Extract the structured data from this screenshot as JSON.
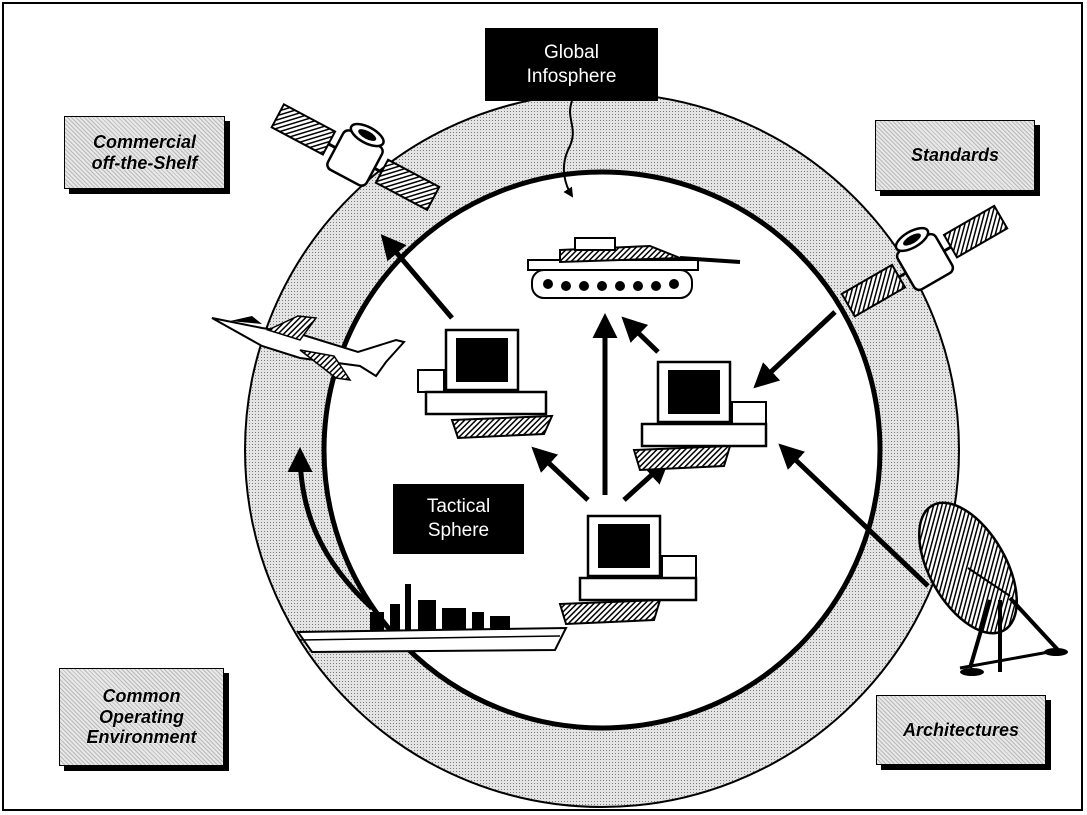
{
  "diagram": {
    "outer_label": "Global\nInfosphere",
    "inner_label": "Tactical\nSphere",
    "corners": {
      "top_left": "Commercial\noff-the-Shelf",
      "top_right": "Standards",
      "bottom_left": "Common\nOperating\nEnvironment",
      "bottom_right": "Architectures"
    },
    "icons": [
      "satellite-icon",
      "satellite-icon",
      "fighter-jet-icon",
      "tank-icon",
      "warship-icon",
      "radar-dish-icon",
      "computer-workstation-icon",
      "computer-workstation-icon",
      "computer-workstation-icon"
    ],
    "colors": {
      "ring_fill": "#d9d9d9",
      "ink": "#000000",
      "box_fill": "#e8e8e8"
    }
  }
}
